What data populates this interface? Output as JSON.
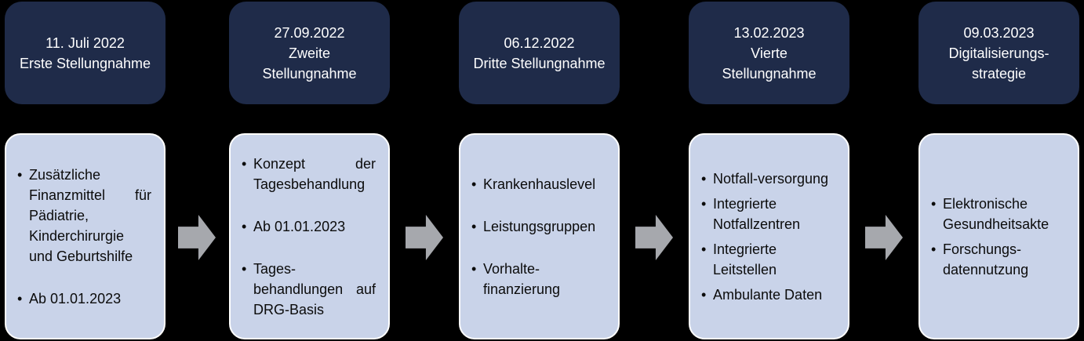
{
  "colors": {
    "header_bg": "#1F2B49",
    "header_text": "#FFFFFF",
    "body_bg": "#C9D3E9",
    "body_text": "#0B0B0B",
    "arrow": "#A6A8AD"
  },
  "columns": [
    {
      "header": {
        "date": "11. Juli 2022",
        "title": "Erste Stellungnahme"
      },
      "bullets": [
        "Zusätzliche Finanzmittel für Pädiatrie, Kinderchirurgie und Geburtshilfe",
        "Ab 01.01.2023"
      ]
    },
    {
      "header": {
        "date": "27.09.2022",
        "title": "Zweite Stellungnahme"
      },
      "bullets": [
        "Konzept der Tagesbehandlung",
        "Ab 01.01.2023",
        "Tages-behandlungen auf DRG-Basis"
      ]
    },
    {
      "header": {
        "date": "06.12.2022",
        "title": "Dritte Stellungnahme"
      },
      "bullets": [
        "Krankenhauslevel",
        "Leistungsgruppen",
        "Vorhalte-finanzierung"
      ]
    },
    {
      "header": {
        "date": "13.02.2023",
        "title": "Vierte Stellungnahme"
      },
      "bullets": [
        "Notfall-versorgung",
        "Integrierte Notfallzentren",
        "Integrierte Leitstellen",
        "Ambulante Daten"
      ]
    },
    {
      "header": {
        "date": "09.03.2023",
        "title": "Digitalisierungs-strategie"
      },
      "bullets": [
        "Elektronische Gesundheitsakte",
        "Forschungs-datennutzung"
      ]
    }
  ]
}
